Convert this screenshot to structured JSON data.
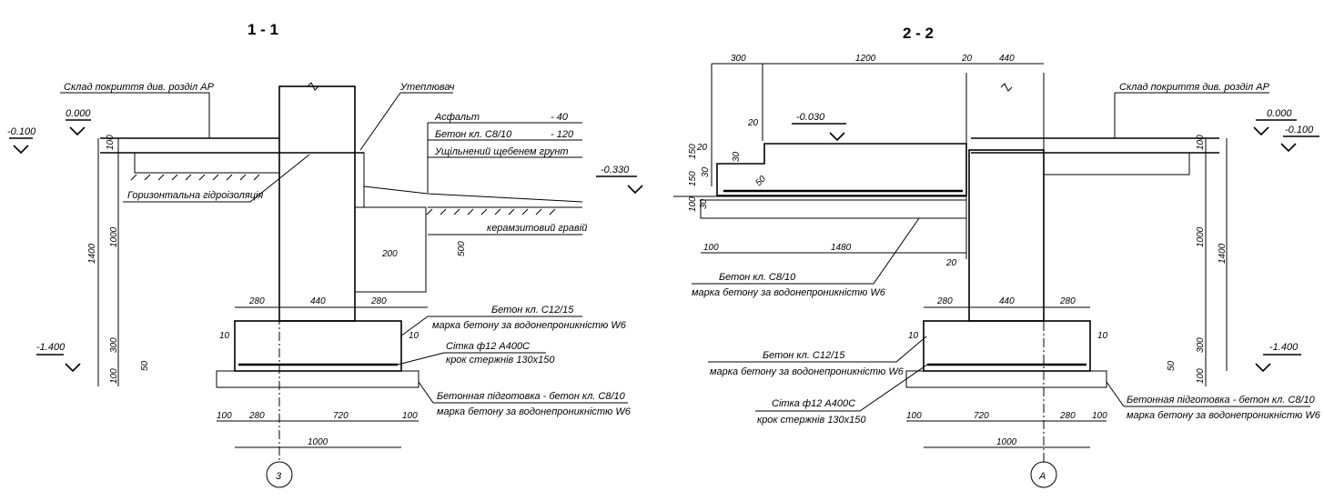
{
  "section_1": {
    "title": "1 - 1",
    "roof_note": "Склад покриття див. розділ АР",
    "insulation": "Утеплювач",
    "layer_asphalt": "Асфальт",
    "layer_asphalt_val": "- 40",
    "layer_concrete": "Бетон кл. С8/10",
    "layer_concrete_val": "- 120",
    "layer_soil": "Ущільнений щебенем грунт",
    "horiz_waterproof": "Горизонтальна гідроізоляція",
    "gravel": "керамзитовий гравій",
    "conc_c12": "Бетон кл. С12/15",
    "w6": "марка бетону за водонепроникністю W6",
    "mesh": "Сітка ф12 А400С",
    "mesh_step": "крок стержнів 130х150",
    "prep": "Бетонная підготовка - бетон кл. С8/10",
    "prep_w6": "марка бетону за водонепроникністю W6",
    "lvl_0": "0.000",
    "lvl_m01": "-0.100",
    "lvl_m14": "-1.400",
    "axis": "3",
    "dims": {
      "d100a": "100",
      "d1000v": "1000",
      "d1400": "1400",
      "d300": "300",
      "d100b": "100",
      "d50": "50",
      "d280a": "280",
      "d440": "440",
      "d280b": "280",
      "d10a": "10",
      "d10b": "10",
      "d500": "500",
      "d200": "200",
      "d100c": "100",
      "d280c": "280",
      "d720": "720",
      "d100d": "100",
      "d1000": "1000"
    }
  },
  "section_2": {
    "title": "2 - 2",
    "roof_note": "Склад покриття див. розділ АР",
    "lvl_m003": "-0.030",
    "lvl_m033": "-0.330",
    "lvl_0": "0.000",
    "lvl_m01": "-0.100",
    "lvl_m14": "-1.400",
    "slab_conc": "Бетон кл. С8/10",
    "slab_w6": "марка бетону за водонепроникністю W6",
    "conc_c12": "Бетон кл. С12/15",
    "w6": "марка бетону за водонепроникністю W6",
    "mesh": "Сітка ф12 А400С",
    "mesh_step": "крок стержнів 130х150",
    "prep": "Бетонная підготовка - бетон кл. С8/10",
    "prep_w6": "марка бетону за водонепроникністю W6",
    "axis": "А",
    "dims": {
      "d300": "300",
      "d1200": "1200",
      "d20a": "20",
      "d440": "440",
      "d20b": "20",
      "d20c": "20",
      "d30": "30",
      "d150a": "150",
      "d150b": "150",
      "d30b": "30",
      "d50": "50",
      "d100a": "100",
      "d30c": "30",
      "d100b": "100",
      "d1480": "1480",
      "d20d": "20",
      "d280a": "280",
      "d440b": "440",
      "d280b": "280",
      "d10a": "10",
      "d10b": "10",
      "d1000v": "1000",
      "d1400": "1400",
      "d300v": "300",
      "d100v": "100",
      "d100c": "100",
      "d50b": "50",
      "d100e": "100",
      "d720": "720",
      "d280c": "280",
      "d100f": "100",
      "d1000": "1000"
    }
  }
}
